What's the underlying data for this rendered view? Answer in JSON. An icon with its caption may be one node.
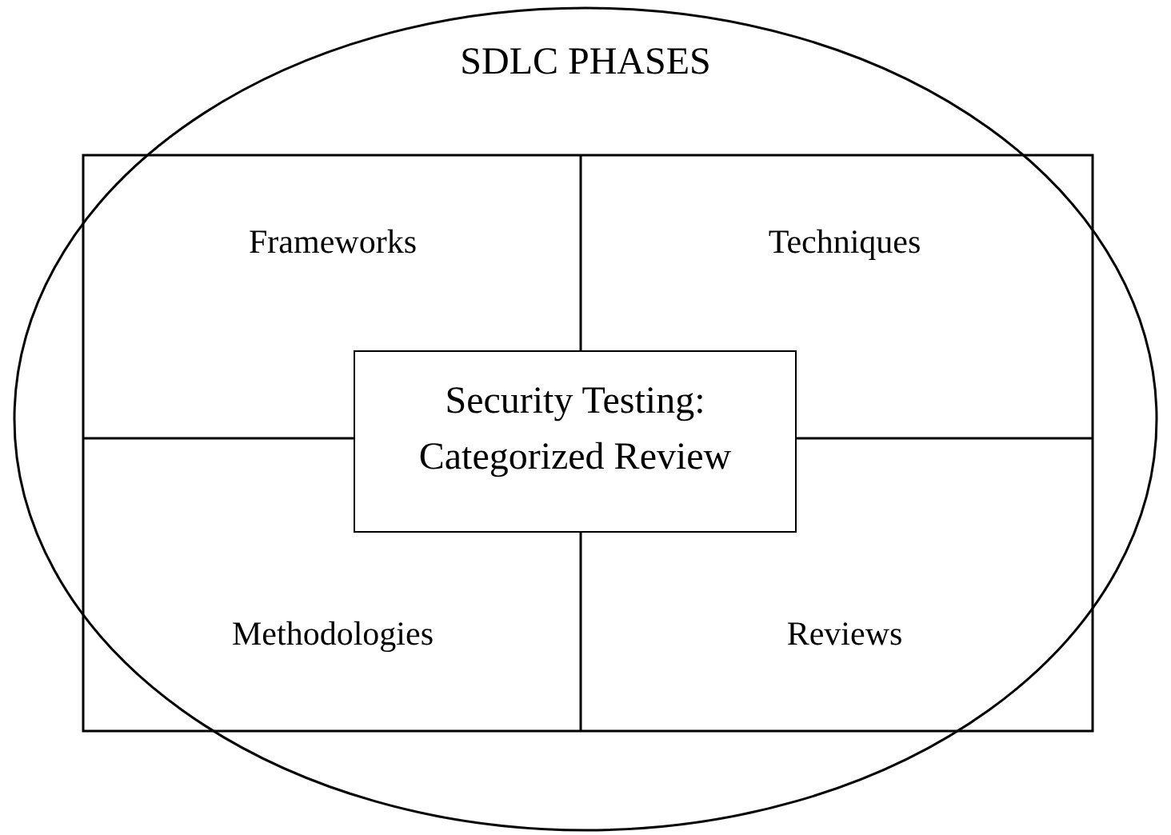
{
  "diagram": {
    "nodes": [
      {
        "text": [
          "SDLC PHASES"
        ]
      },
      {
        "text": [
          "Frameworks"
        ],
        "in": 0
      },
      {
        "text": [
          "Techniques"
        ],
        "in": 0
      },
      {
        "text": [
          "Methodologies"
        ],
        "in": 0
      },
      {
        "text": [
          "Reviews"
        ],
        "in": 0
      },
      {
        "text": [
          "Security Testing: Categorized Review"
        ],
        "in": 0
      }
    ]
  }
}
